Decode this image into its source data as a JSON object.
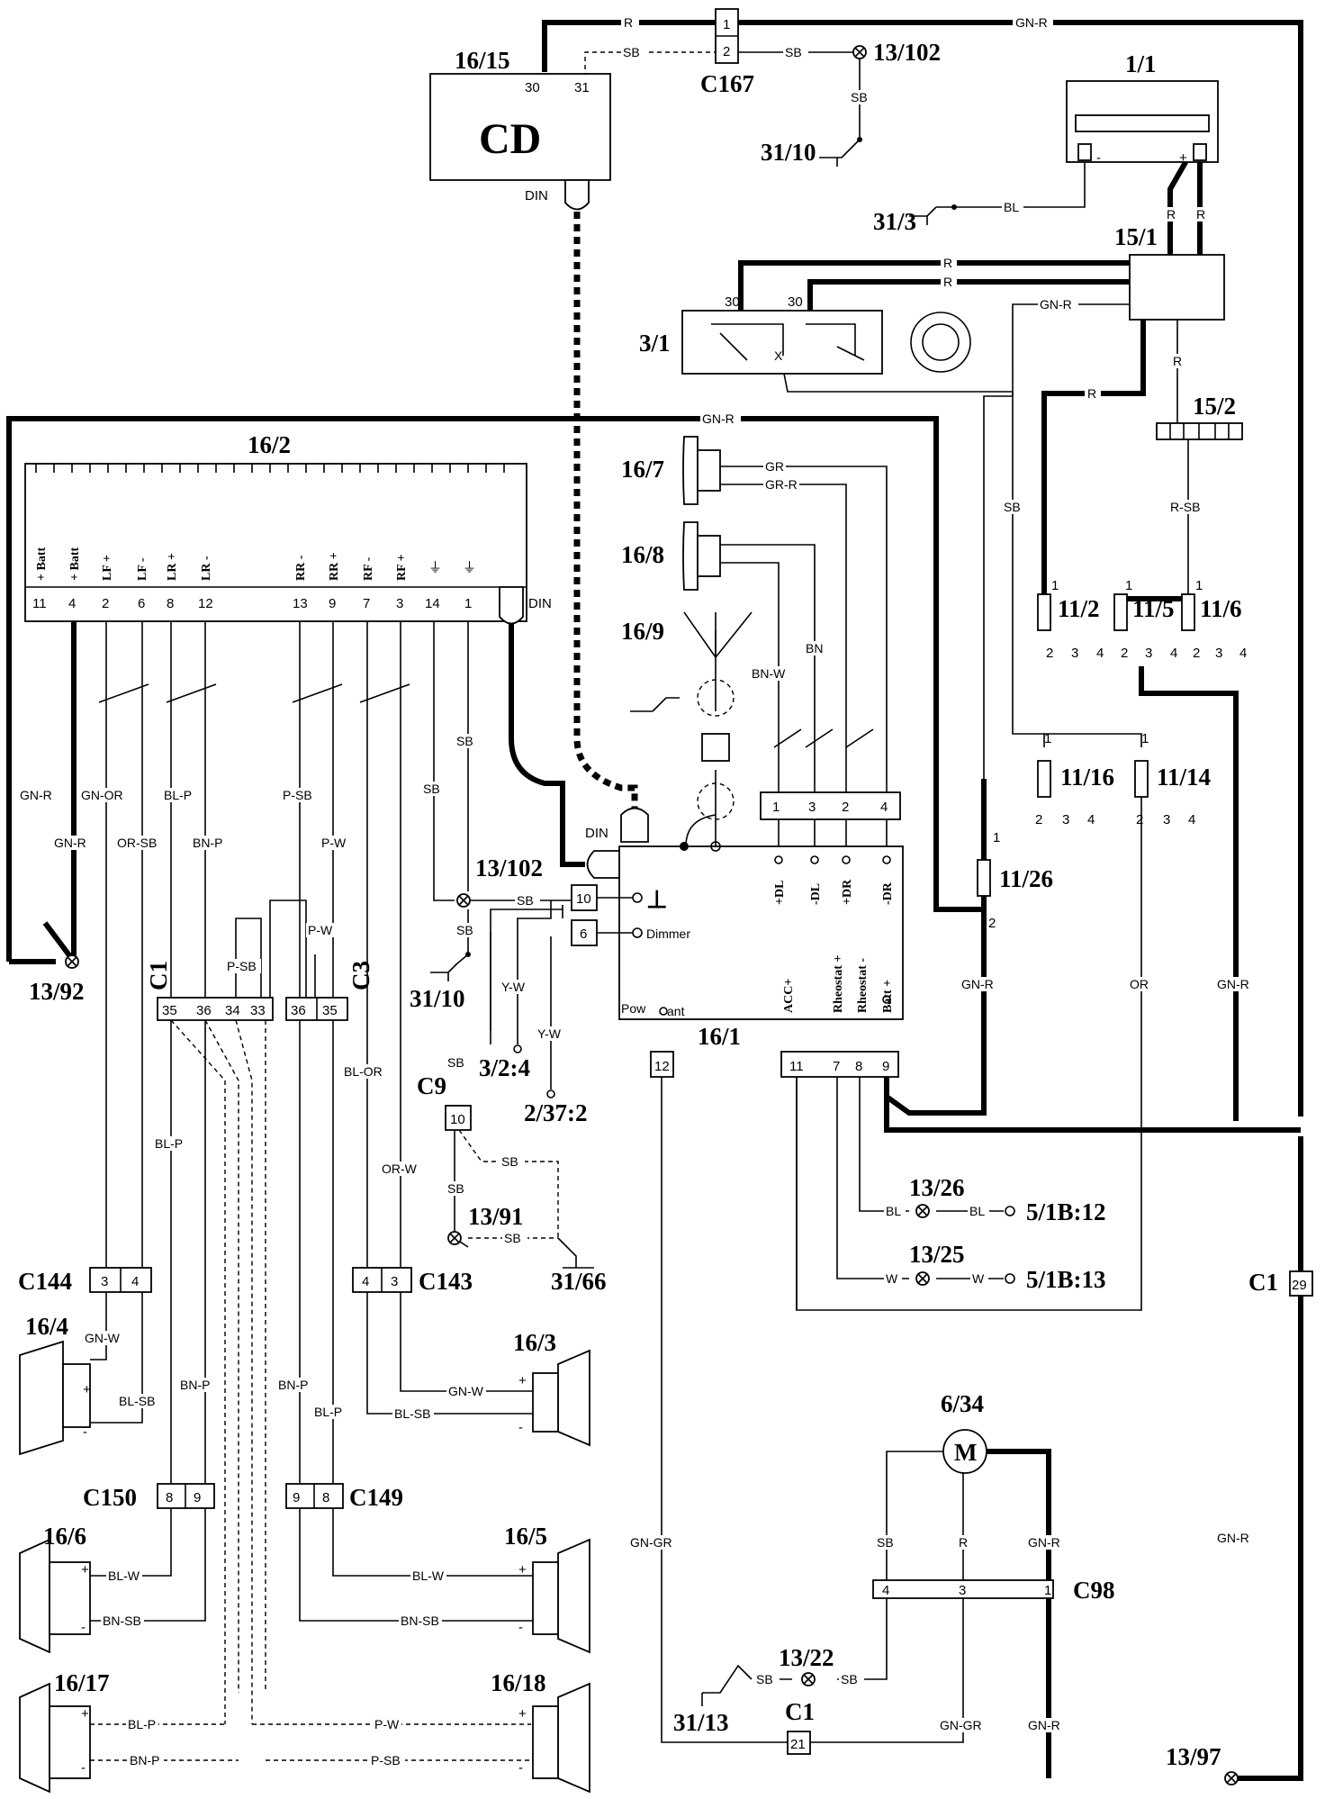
{
  "components": {
    "cd_changer": {
      "id": "16/15",
      "label": "CD",
      "pin30": "30",
      "pin31": "31",
      "din": "DIN"
    },
    "battery": {
      "id": "1/1",
      "neg": "-",
      "pos": "+"
    },
    "fuse_box": {
      "id": "15/1"
    },
    "fuse_strip": {
      "id": "15/2"
    },
    "ignition_switch": {
      "id": "3/1",
      "t30a": "30",
      "t30b": "30",
      "x": "X"
    },
    "radio": {
      "id": "16/2",
      "din": "DIN"
    },
    "control_unit": {
      "id": "16/1",
      "ground": "⊥",
      "dimmer": "Dimmer",
      "pow": "Pow",
      "ant": "ant",
      "acc": "ACC+",
      "rheo_p": "Rheostat +",
      "rheo_m": "Rheostat -",
      "batt": "Batt +",
      "din": "DIN"
    },
    "speakers": {
      "s16_7": {
        "id": "16/7"
      },
      "s16_8": {
        "id": "16/8"
      },
      "ant16_9": {
        "id": "16/9"
      },
      "s16_4": {
        "id": "16/4"
      },
      "s16_3": {
        "id": "16/3"
      },
      "s16_6": {
        "id": "16/6"
      },
      "s16_5": {
        "id": "16/5"
      },
      "s16_17": {
        "id": "16/17"
      },
      "s16_18": {
        "id": "16/18"
      }
    },
    "motor": {
      "id": "6/34",
      "symbol": "M"
    },
    "fuses": {
      "f11_2": {
        "id": "11/2"
      },
      "f11_5": {
        "id": "11/5"
      },
      "f11_6": {
        "id": "11/6"
      },
      "f11_16": {
        "id": "11/16"
      },
      "f11_14": {
        "id": "11/14"
      },
      "f11_26": {
        "id": "11/26"
      },
      "p1": "1",
      "p2": "2",
      "p3": "3",
      "p4": "4"
    }
  },
  "radio_pins": [
    {
      "name": "+ Batt",
      "num": "11"
    },
    {
      "name": "+ Batt",
      "num": "4"
    },
    {
      "name": "LF +",
      "num": "2"
    },
    {
      "name": "LF -",
      "num": "6"
    },
    {
      "name": "LR +",
      "num": "8"
    },
    {
      "name": "LR -",
      "num": "12"
    },
    {
      "name": "RR -",
      "num": "13"
    },
    {
      "name": "RR +",
      "num": "9"
    },
    {
      "name": "RF -",
      "num": "7"
    },
    {
      "name": "RF +",
      "num": "3"
    },
    {
      "name": "⏚",
      "num": "14"
    },
    {
      "name": "⏚",
      "num": "1"
    }
  ],
  "control_pins": {
    "dl_p": "+DL",
    "dl_m": "-DL",
    "dr_p": "+DR",
    "dr_m": "-DR",
    "t1": "1",
    "t3": "3",
    "t2": "2",
    "t4": "4",
    "b11": "11",
    "b7": "7",
    "b8": "8",
    "b9": "9",
    "b12": "12",
    "t10": "10",
    "t6": "6"
  },
  "connectors": {
    "c167": {
      "id": "C167",
      "p1": "1",
      "p2": "2"
    },
    "c1_left": {
      "id": "C1",
      "p35": "35",
      "p36": "36",
      "p34": "34",
      "p33": "33"
    },
    "c3": {
      "id": "C3",
      "p36": "36",
      "p35": "35"
    },
    "c9": {
      "id": "C9",
      "p10": "10"
    },
    "c144": {
      "id": "C144",
      "p3": "3",
      "p4": "4"
    },
    "c143": {
      "id": "C143",
      "p4": "4",
      "p3": "3"
    },
    "c150": {
      "id": "C150",
      "p8": "8",
      "p9": "9"
    },
    "c149": {
      "id": "C149",
      "p9": "9",
      "p8": "8"
    },
    "c98": {
      "id": "C98",
      "p4": "4",
      "p3": "3",
      "p1": "1"
    },
    "c1_29": {
      "id": "C1",
      "p": "29"
    },
    "c1_21": {
      "id": "C1",
      "p": "21"
    }
  },
  "grounds": {
    "g31_10a": "31/10",
    "g31_3": "31/3",
    "g31_10b": "31/10",
    "g31_66": "31/66",
    "g31_13": "31/13",
    "g13_102a": "13/102",
    "g13_102b": "13/102",
    "g13_92": "13/92",
    "g13_91": "13/91",
    "g13_26": "13/26",
    "g13_25": "13/25",
    "g13_22": "13/22",
    "g13_97": "13/97"
  },
  "references": {
    "r3_2_4": "3/2:4",
    "r2_37_2": "2/37:2",
    "r5_1b_12": "5/1B:12",
    "r5_1b_13": "5/1B:13"
  },
  "wire_colors": {
    "R": "R",
    "GN_R": "GN-R",
    "SB": "SB",
    "BL": "BL",
    "GR": "GR",
    "GR_R": "GR-R",
    "BN": "BN",
    "BN_W": "BN-W",
    "R_SB": "R-SB",
    "OR": "OR",
    "GN_OR": "GN-OR",
    "OR_SB": "OR-SB",
    "BL_P": "BL-P",
    "BN_P": "BN-P",
    "P_SB": "P-SB",
    "P_W": "P-W",
    "Y_W": "Y-W",
    "BL_OR": "BL-OR",
    "OR_W": "OR-W",
    "GN_W": "GN-W",
    "BL_SB": "BL-SB",
    "BL_W": "BL-W",
    "BN_SB": "BN-SB",
    "GN_GR": "GN-GR",
    "W": "W"
  }
}
